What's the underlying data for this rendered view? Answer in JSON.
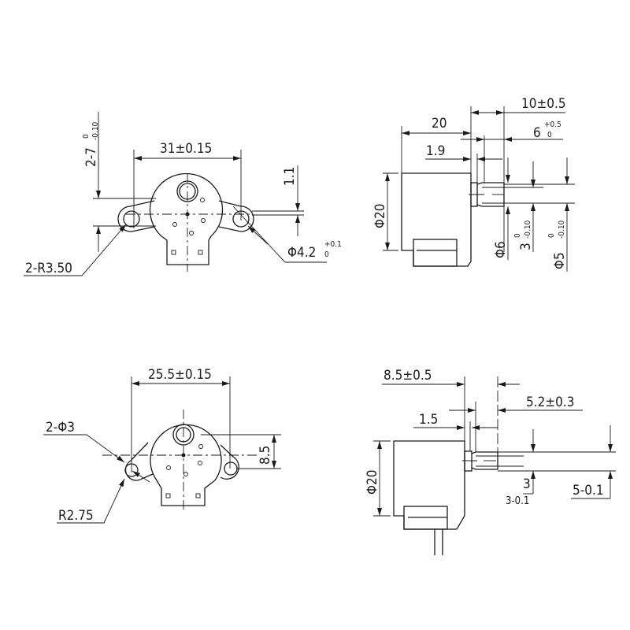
{
  "front_view_a": {
    "mount_pitch": "31±0.15",
    "ear_thickness": "2-7",
    "ear_thickness_tol_upper": "0",
    "ear_thickness_tol_lower": "-0.10",
    "offset": "1.1",
    "ear_radius": "2-R3.50",
    "hole_dia": "Φ4.2",
    "hole_tol_upper": "+0.1",
    "hole_tol_lower": "0"
  },
  "side_view_a": {
    "body_length": "20",
    "shaft_length": "10±0.5",
    "flat_length": "6",
    "flat_tol_upper": "+0.5",
    "flat_tol_lower": "0",
    "boss_length": "1.9",
    "body_dia": "Φ20",
    "boss_dia": "Φ6",
    "flat_width": "3",
    "flat_width_tol_upper": "0",
    "flat_width_tol_lower": "-0.10",
    "shaft_dia": "Φ5",
    "shaft_dia_tol_upper": "0",
    "shaft_dia_tol_lower": "-0.10"
  },
  "front_view_b": {
    "mount_pitch": "25.5±0.15",
    "hole_dia": "2-Φ3",
    "ear_radius": "R2.75",
    "offset": "8.5"
  },
  "side_view_b": {
    "shaft_length": "8.5±0.5",
    "flat_length": "5.2±0.3",
    "boss_length": "1.5",
    "body_dia": "Φ20",
    "flat_width": "3",
    "flat_width_tol": "3-0.1",
    "shaft_dia": "5-0.1"
  }
}
